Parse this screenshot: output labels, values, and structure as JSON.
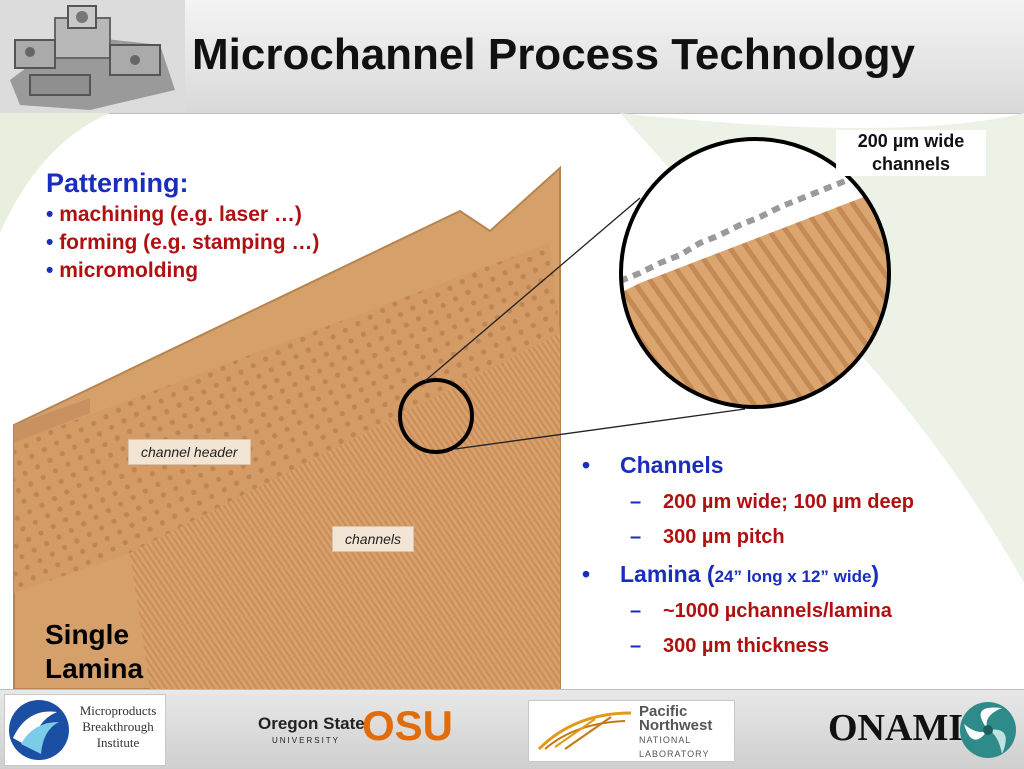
{
  "slide": {
    "title": "Microchannel Process Technology"
  },
  "patterning": {
    "heading": "Patterning:",
    "items": [
      "machining (e.g. laser …)",
      "forming (e.g. stamping …)",
      "micromolding"
    ]
  },
  "figure": {
    "zoom_label_line1": "200 µm wide",
    "zoom_label_line2": "channels",
    "tag_header": "channel header",
    "tag_channels": "channels",
    "caption_line1": "Single",
    "caption_line2": "Lamina"
  },
  "specs": {
    "channels": {
      "label": "Channels",
      "items": [
        "200 µm wide; 100 µm deep",
        "300 µm pitch"
      ]
    },
    "lamina": {
      "label": "Lamina (",
      "detail": "24” long x 12” wide",
      "close": ")",
      "items": [
        "~1000 µchannels/lamina",
        "300 µm thickness"
      ]
    }
  },
  "footer": {
    "mbi_line1": "Microproducts",
    "mbi_line2": "Breakthrough",
    "mbi_line3": "Institute",
    "osu_name": "Oregon State",
    "osu_sub": "UNIVERSITY",
    "osu_mark": "OSU",
    "pnnl_line1": "Pacific",
    "pnnl_line2": "Northwest",
    "pnnl_line3": "NATIONAL",
    "pnnl_line4": "LABORATORY",
    "onami": "ONAMI"
  },
  "colors": {
    "title": "#111111",
    "heading_blue": "#1a2ebd",
    "item_red": "#b01010",
    "copper": "#d79e6a"
  }
}
